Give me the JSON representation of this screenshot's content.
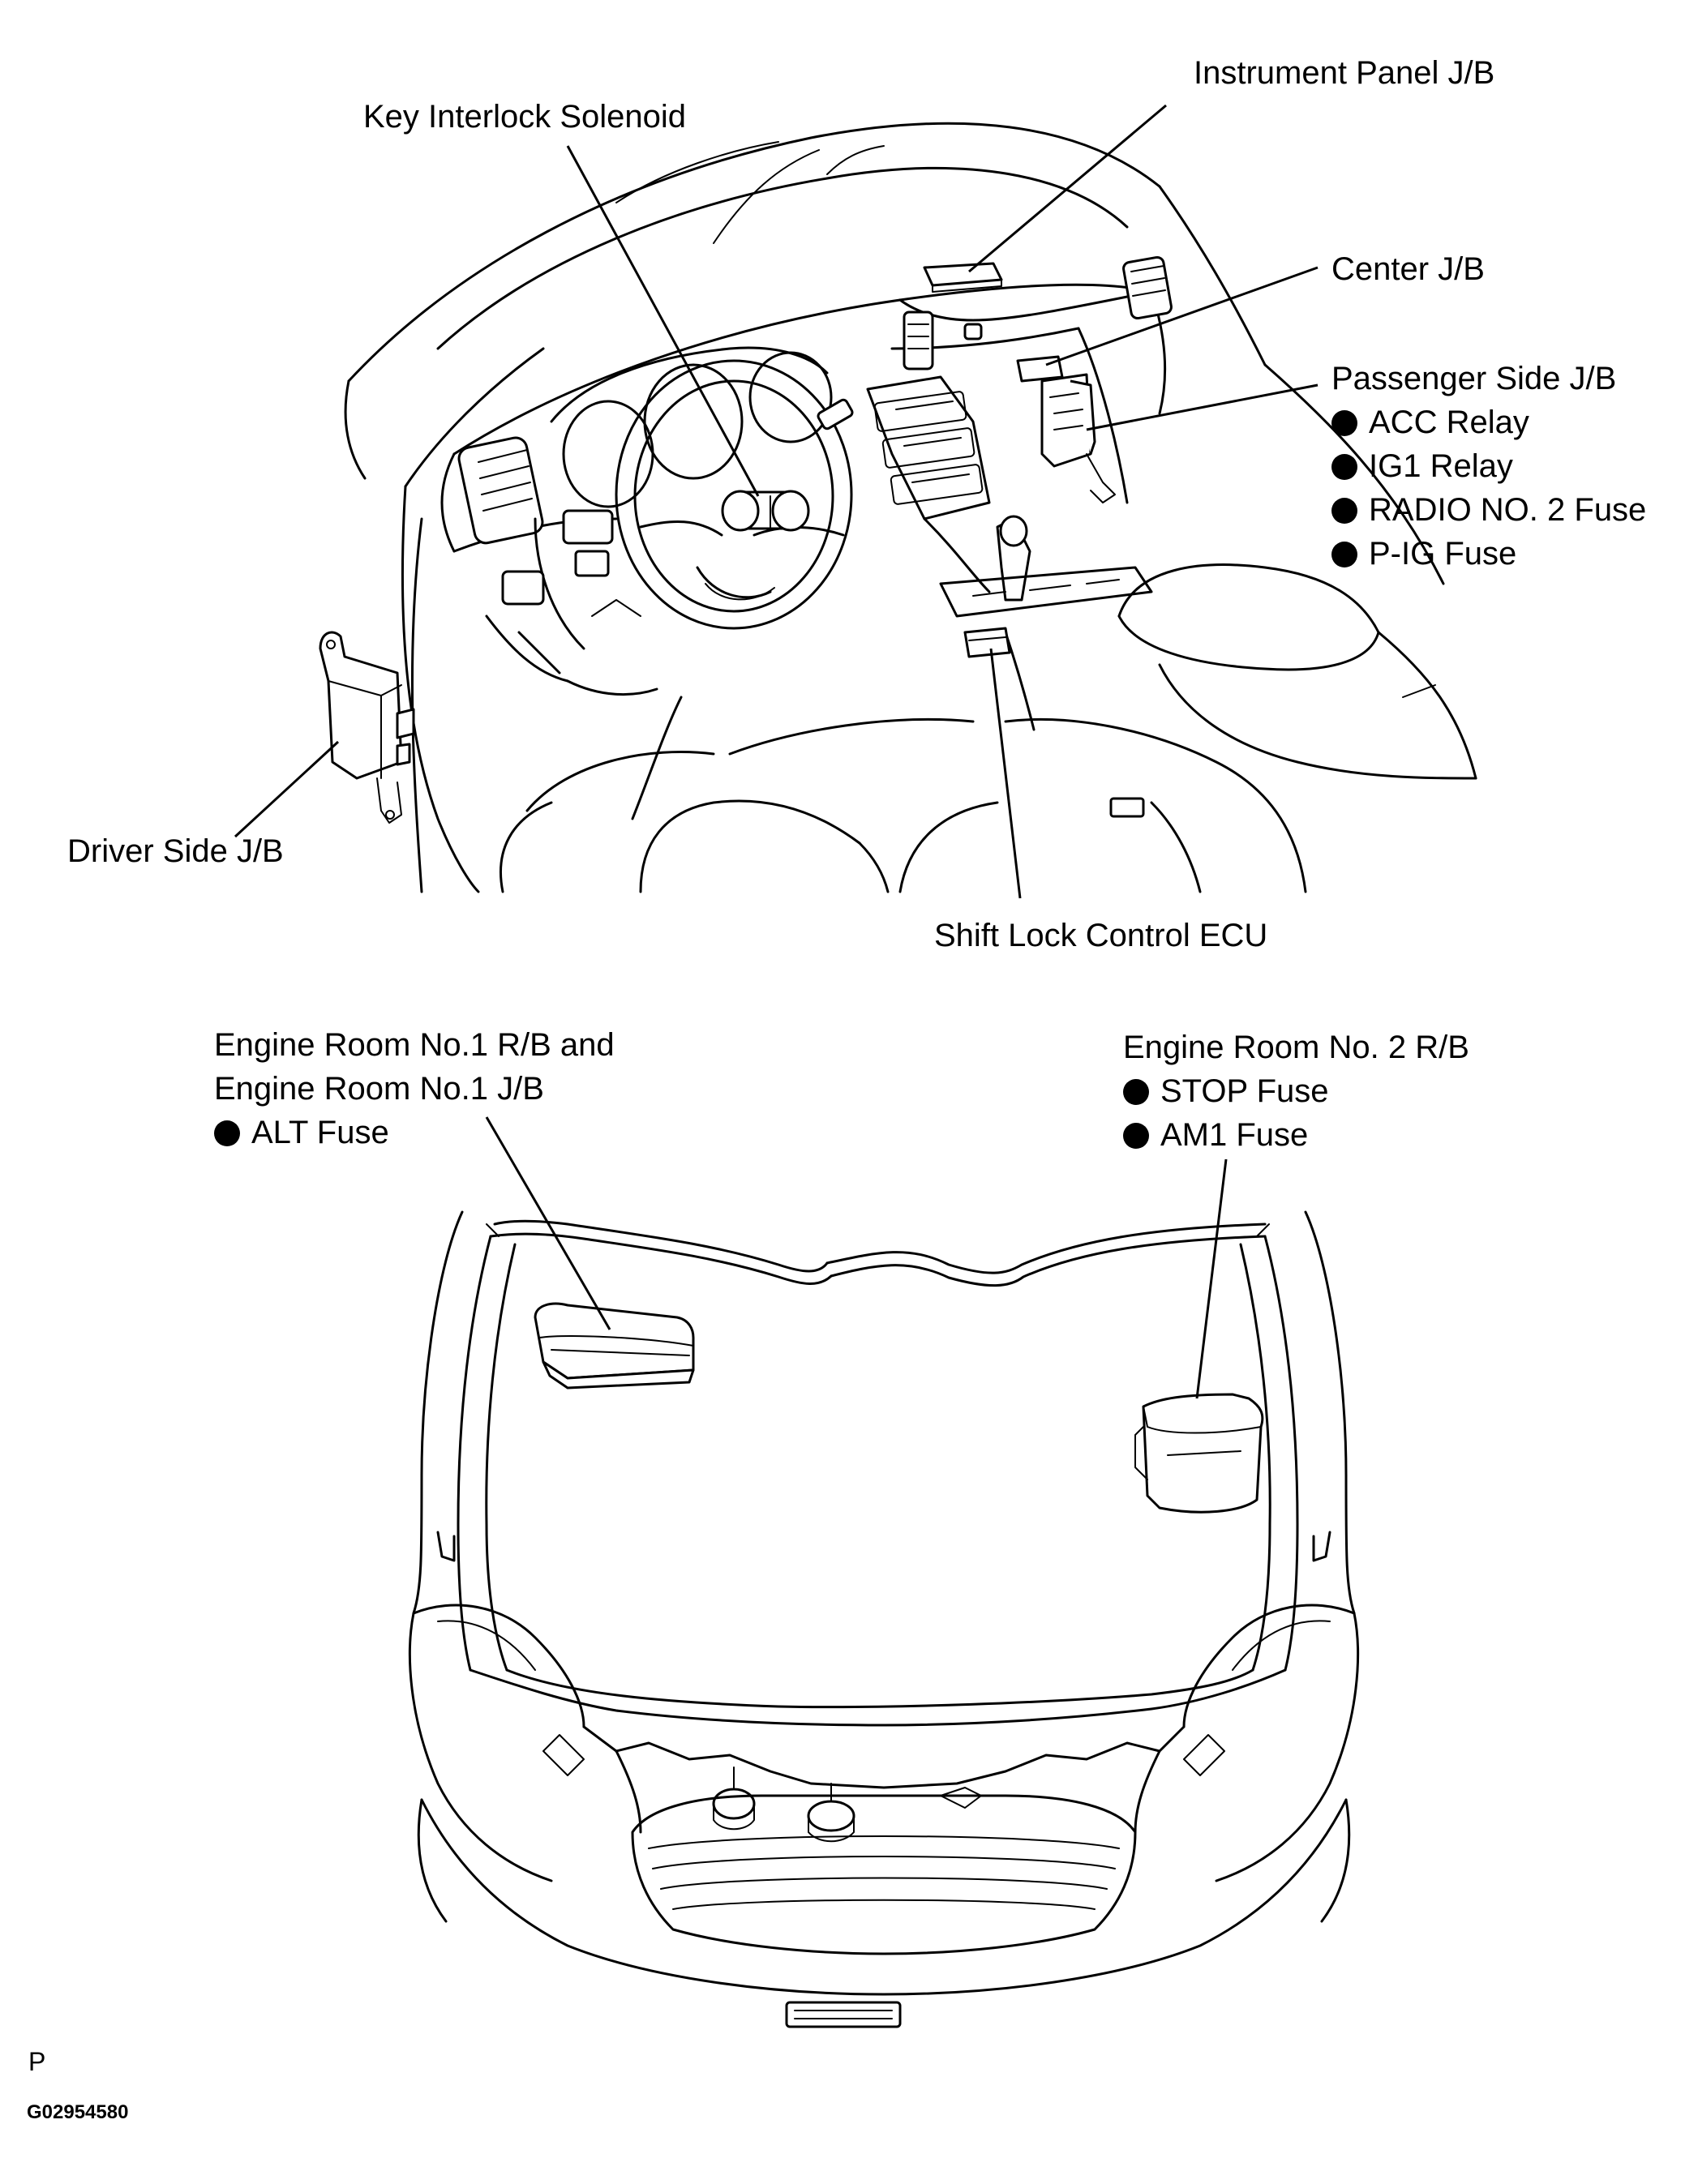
{
  "labels": {
    "instrument_panel_jb": "Instrument Panel J/B",
    "key_interlock_solenoid": "Key Interlock Solenoid",
    "center_jb": "Center J/B",
    "passenger_side_jb": {
      "title": "Passenger Side J/B",
      "items": [
        "ACC Relay",
        "IG1 Relay",
        "RADIO NO. 2 Fuse",
        "P-IG Fuse"
      ]
    },
    "driver_side_jb": "Driver Side J/B",
    "shift_lock_control_ecu": "Shift Lock Control ECU",
    "engine_room_no1": {
      "lines": [
        "Engine Room No.1 R/B and",
        "Engine Room No.1 J/B"
      ],
      "items": [
        "ALT Fuse"
      ]
    },
    "engine_room_no2": {
      "title": "Engine Room No. 2 R/B",
      "items": [
        "STOP Fuse",
        "AM1 Fuse"
      ]
    }
  },
  "footer": {
    "letter": "P",
    "code": "G02954580"
  }
}
